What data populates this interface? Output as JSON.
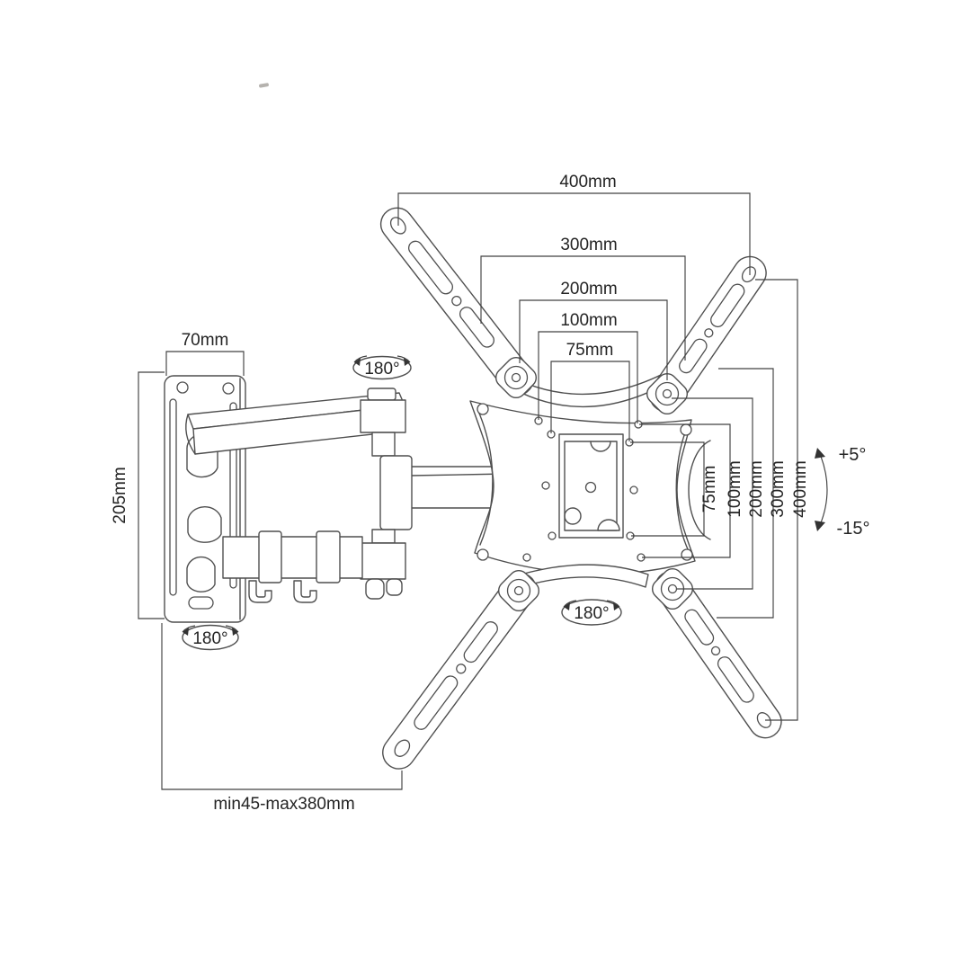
{
  "dimensions": {
    "vesa_top": {
      "d400": "400mm",
      "d300": "300mm",
      "d200": "200mm",
      "d100": "100mm",
      "d75": "75mm"
    },
    "vesa_side": {
      "d75": "75mm",
      "d100": "100mm",
      "d200": "200mm",
      "d300": "300mm",
      "d400": "400mm"
    },
    "wall_plate_width": "70mm",
    "wall_plate_height": "205mm",
    "extension_range": "min45-max380mm"
  },
  "angles": {
    "tilt_up": "+5°",
    "tilt_down": "-15°",
    "arm_swivel": "180°",
    "plate_swivel": "180°",
    "vesa_rotation": "180°"
  },
  "colors": {
    "background": "#ffffff",
    "line": "#4f4f4f",
    "dimension_line": "#414141",
    "text": "#242424"
  }
}
